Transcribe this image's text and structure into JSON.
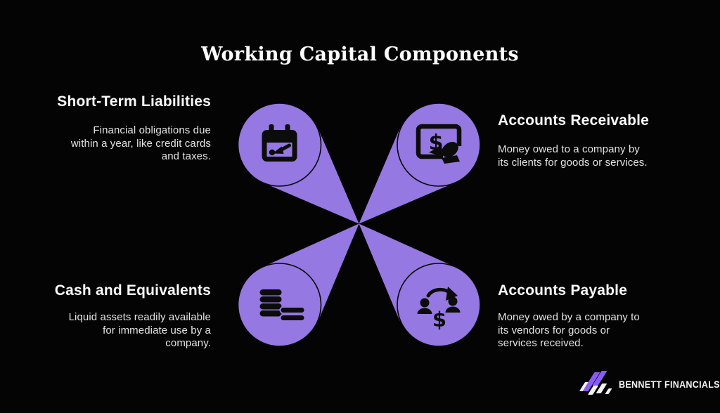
{
  "title": "Working Capital Components",
  "colors": {
    "background": "#040404",
    "accent_purple": "#9578e2",
    "icon_black": "#0c0c0c",
    "logo_purple": "#8a5cf6",
    "heading_text": "#fafafa",
    "body_text": "#e3e3e3"
  },
  "quadrants": [
    {
      "id": "short-term-liabilities",
      "heading": "Short-Term Liabilities",
      "body": "Financial obligations due\nwithin a year, like credit cards\nand taxes.",
      "icon": "calendar-icon"
    },
    {
      "id": "accounts-receivable",
      "heading": "Accounts Receivable",
      "body": "Money owed to a company by\nits clients for goods or services.",
      "icon": "hand-money-icon"
    },
    {
      "id": "cash-and-equivalents",
      "heading": "Cash and Equivalents",
      "body": "Liquid assets readily available\nfor immediate use by a\ncompany.",
      "icon": "coins-icon"
    },
    {
      "id": "accounts-payable",
      "heading": "Accounts Payable",
      "body": "Money owed by a company to\nits vendors for goods or\nservices received.",
      "icon": "people-exchange-icon"
    }
  ],
  "footer": {
    "brand": "BENNETT FINANCIALS",
    "logo": "slashes-logo"
  }
}
